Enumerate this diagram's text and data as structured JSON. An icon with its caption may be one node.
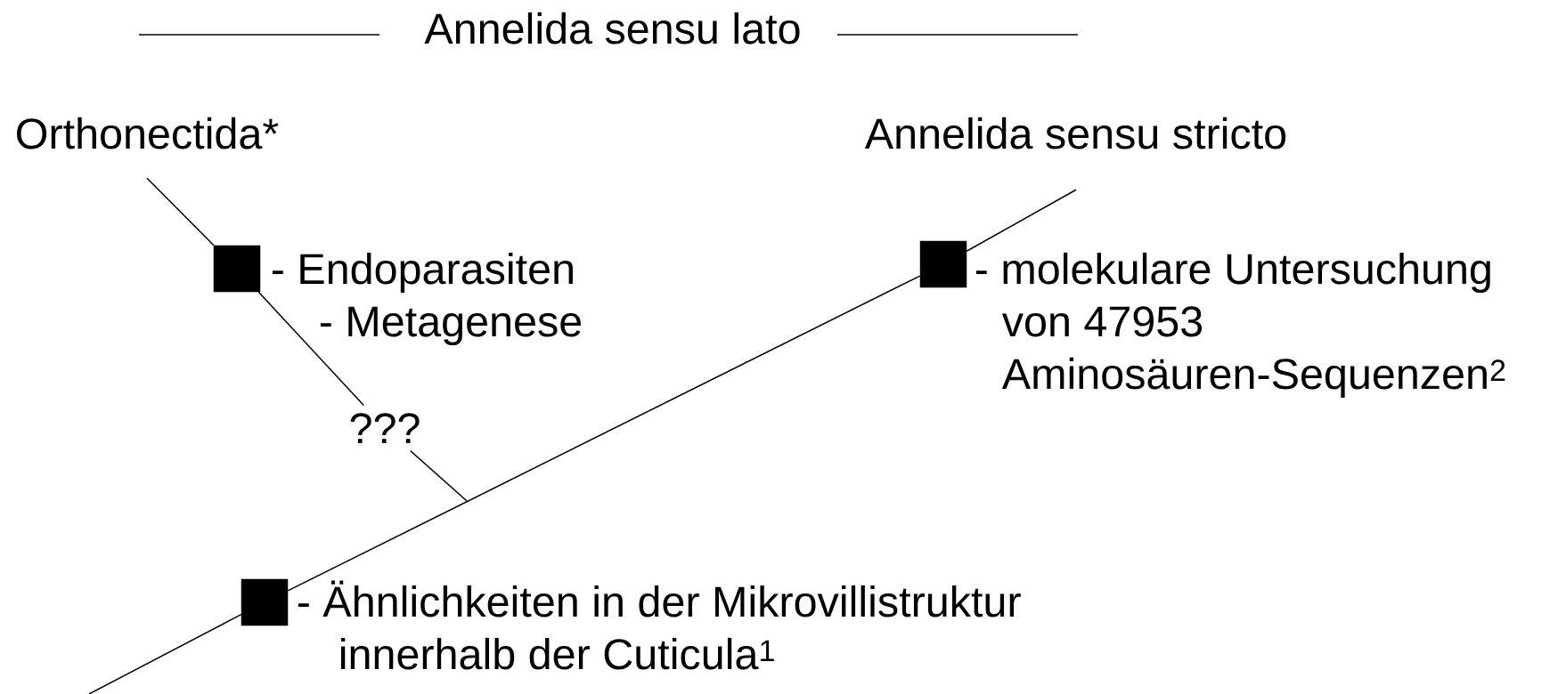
{
  "diagram": {
    "title": "Annelida sensu lato",
    "nodes": [
      {
        "text": [
          "Orthonectida*"
        ]
      },
      {
        "text": [
          "Annelida sensu stricto"
        ]
      },
      {
        "text": [],
        "shape": "box",
        "beside": [
          "- Endoparasiten",
          "- Metagenese"
        ]
      },
      {
        "text": [
          "???"
        ]
      },
      {
        "text": [],
        "shape": "box",
        "beside": [
          "- Ähnlichkeiten in der Mikrovillistruktur innerhalb der Cuticula$^{1}$"
        ]
      },
      {
        "text": [],
        "shape": "box",
        "beside": [
          "- molekulare Untersuchung von 47953 Aminosäuren-Sequenzen$^{2}$"
        ]
      }
    ],
    "edges": [
      {
        "from": 0,
        "to": 2,
        "arrow": "none"
      },
      {
        "from": 2,
        "to": 3,
        "arrow": "none"
      },
      {
        "from": 3,
        "to": null,
        "arrow": "none"
      },
      {
        "from": null,
        "to": 4,
        "arrow": "none"
      },
      {
        "from": 4,
        "to": 5,
        "arrow": "none"
      },
      {
        "from": 5,
        "to": 1,
        "arrow": "none"
      }
    ]
  }
}
